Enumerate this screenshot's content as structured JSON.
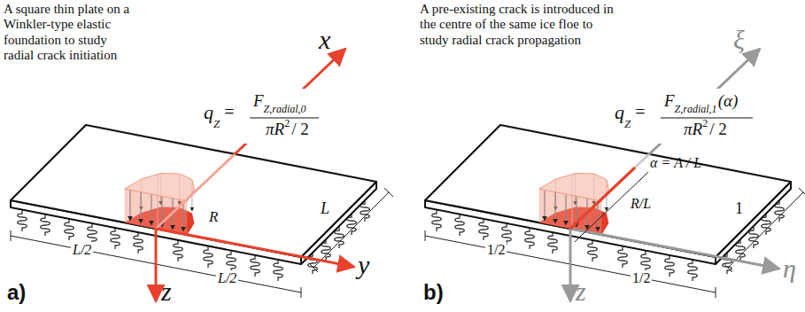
{
  "diagram": {
    "labels": [
      "A square thin plate on a Winkler-type elastic foundation to study radial crack initiation",
      "x",
      "q",
      "Z",
      "=",
      "F",
      "Z,radial,0",
      "πR",
      "2",
      "/ 2",
      "R",
      "L/2",
      "L/2",
      "L",
      "y",
      "z",
      "a)",
      "A pre-existing crack is introduced in the centre of the same ice floe to study radial crack propagation",
      "ξ",
      "q",
      "Z",
      "=",
      "F",
      "Z,radial,1",
      "(α)",
      "πR",
      "2",
      "/ 2",
      "α = A / L",
      "1",
      "R/L",
      "1/2",
      "1/2",
      "η",
      "z",
      "b)"
    ]
  }
}
